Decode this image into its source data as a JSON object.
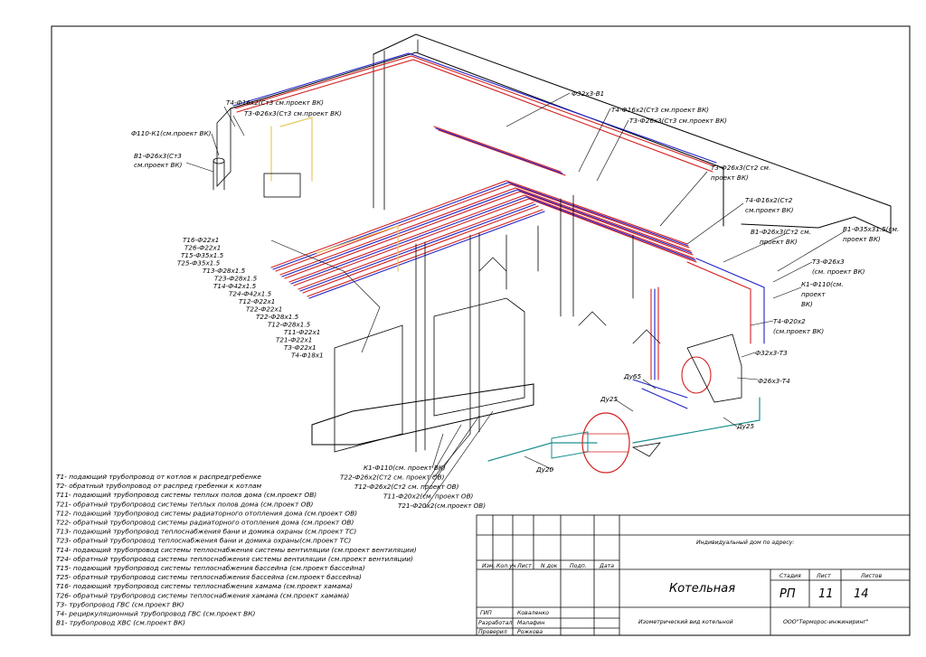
{
  "drawing": {
    "labels_top_left": [
      {
        "id": "l1",
        "text": "Т4-Ф16х2(Ст3 см.проект ВК)"
      },
      {
        "id": "l2",
        "text": "Т3-Ф26х3(Ст3 см.проект ВК)"
      },
      {
        "id": "l3",
        "text": "Ф110-К1(см.проект ВК)"
      },
      {
        "id": "l4",
        "text": "В1-Ф26х3(Ст3"
      },
      {
        "id": "l5",
        "text": "см.проект ВК)"
      }
    ],
    "labels_top_right": [
      {
        "id": "r1",
        "text": "Ф32х3-В1"
      },
      {
        "id": "r2",
        "text": "Т4-Ф16х2(Ст3 см.проект ВК)"
      },
      {
        "id": "r3",
        "text": "Т3-Ф26х3(Ст3 см.проект ВК)"
      },
      {
        "id": "r4",
        "text": "Т3-Ф26х3(Ст2 см."
      },
      {
        "id": "r5",
        "text": "проект ВК)"
      },
      {
        "id": "r6",
        "text": "Т4-Ф16х2(Ст2"
      },
      {
        "id": "r7",
        "text": "см.проект ВК)"
      },
      {
        "id": "r8",
        "text": "В1-Ф26х3(Ст2 см."
      },
      {
        "id": "r9",
        "text": "проект ВК)"
      },
      {
        "id": "r10",
        "text": "В1-Ф35х31.5(см."
      },
      {
        "id": "r11",
        "text": "проект ВК)"
      },
      {
        "id": "r12",
        "text": "Т3-Ф26х3"
      },
      {
        "id": "r13",
        "text": "(см. проект ВК)"
      },
      {
        "id": "r14",
        "text": "К1-Ф110(см."
      },
      {
        "id": "r15",
        "text": "проект"
      },
      {
        "id": "r16",
        "text": "ВК)"
      },
      {
        "id": "r17",
        "text": "Т4-Ф20х2"
      },
      {
        "id": "r18",
        "text": "(см.проект ВК)"
      },
      {
        "id": "r19",
        "text": "Ф32х3-Т3"
      },
      {
        "id": "r20",
        "text": "Ф26х3-Т4"
      },
      {
        "id": "r21",
        "text": "Ду65"
      },
      {
        "id": "r22",
        "text": "Ду25"
      },
      {
        "id": "r23",
        "text": "Ду25"
      },
      {
        "id": "r24",
        "text": "Ду20"
      }
    ],
    "labels_left_stack": [
      "Т16-Ф22х1",
      "Т26-Ф22х1",
      "Т15-Ф35х1.5",
      "Т25-Ф35х1.5",
      "Т13-Ф28х1.5",
      "Т23-Ф28х1.5",
      "Т14-Ф42х1.5",
      "Т24-Ф42х1.5",
      "Т12-Ф22х1",
      "Т22-Ф22х1",
      "Т22-Ф28х1.5",
      "Т12-Ф28х1.5",
      "Т11-Ф22х1",
      "Т21-Ф22х1",
      "Т3-Ф22х1",
      "Т4-Ф18х1"
    ],
    "labels_bottom": [
      "К1-Ф110(см. проект ВК)",
      "Т22-Ф26х2(Ст2 см. проект ОВ)",
      "Т12-Ф26х2(Ст2 см. проект ОВ)",
      "Т11-Ф20х2(см. проект ОВ)",
      "Т21-Ф20х2(см.проект ОВ)"
    ]
  },
  "legend": [
    "Т1- подающий трубопровод от котлов к распредгребенке",
    "Т2- обратный трубопровод от распред гребенки к котлам",
    "Т11- подающий трубопровод системы теплых полов дома (см.проект ОВ)",
    "Т21- обратный трубопровод системы теплых полов дома (см.проект ОВ)",
    "Т12- подающий трубопровод системы радиаторного отопления дома (см.проект ОВ)",
    "Т22- обратный трубопровод системы радиаторного отопления дома (см.проект ОВ)",
    "Т13- подающий трубопровод теплоснабжения бани и домика охраны (см.проект ТС)",
    "Т23- обратный трубопровод теплоснабжения бани и домика охраны(см.проект ТС)",
    "Т14- подающий трубопровод системы теплоснабжения системы вентиляции (см.проект вентиляции)",
    "Т24- обратный трубопровод системы теплоснабжения системы вентиляции (см.проект вентиляции)",
    "Т15- подающий трубопровод системы теплоснабжения бассейна (см.проект бассейна)",
    "Т25- обратный трубопровод системы теплоснабжения бассейна (см.проект бассейна)",
    "Т16- подающий трубопровод системы теплоснабжения хамама (см.проект хамама)",
    "Т26- обратный трубопровод системы теплоснабжения хамама (см.проект хамама)",
    "Т3- трубопровод ГВС (см.проект ВК)",
    "Т4- рециркуляционный трубопровод ГВС (см.проект ВК)",
    "В1- трубопровод ХВС (см.проект ВК)"
  ],
  "title_block": {
    "address": "Индивидуальный дом по адресу:",
    "col_headers": [
      "Изм.",
      "Кол.уч",
      "Лист",
      "N док",
      "Подп.",
      "Дата"
    ],
    "stage_header": "Стадия",
    "sheet_header": "Лист",
    "sheets_header": "Листов",
    "stage": "РП",
    "sheet": "11",
    "sheets": "14",
    "name": "Котельная",
    "subtitle": "Изометрический вид котельной",
    "company": "ООО\"Терморос-инжиниринг\"",
    "roles": [
      {
        "role": "ГИП",
        "person": "Коваленко"
      },
      {
        "role": "Разработал",
        "person": "Малафин"
      },
      {
        "role": "Проверил",
        "person": "Рожкова"
      }
    ]
  },
  "colors": {
    "supply": "#d42020",
    "return": "#2020c8",
    "cold": "#1a8f8f",
    "line": "#000000",
    "yellow": "#e8c860"
  }
}
